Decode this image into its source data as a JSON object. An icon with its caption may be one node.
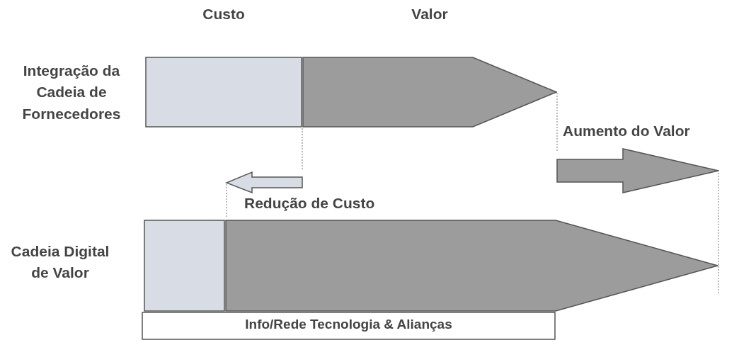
{
  "diagram": {
    "nodes": [
      {
        "text": [
          "Custo"
        ]
      },
      {
        "text": [
          "Valor"
        ]
      },
      {
        "text": [],
        "shape": "box"
      },
      {
        "text": [],
        "shape": "pentagon"
      },
      {
        "text": [
          "Info/Rede Tecnologia & Alianças"
        ]
      }
    ],
    "labels": [
      "Integração da Cadeia de Fornecedores",
      "Aumento do Valor",
      "Redução de Custo",
      "Cadeia Digital de Valor"
    ]
  }
}
